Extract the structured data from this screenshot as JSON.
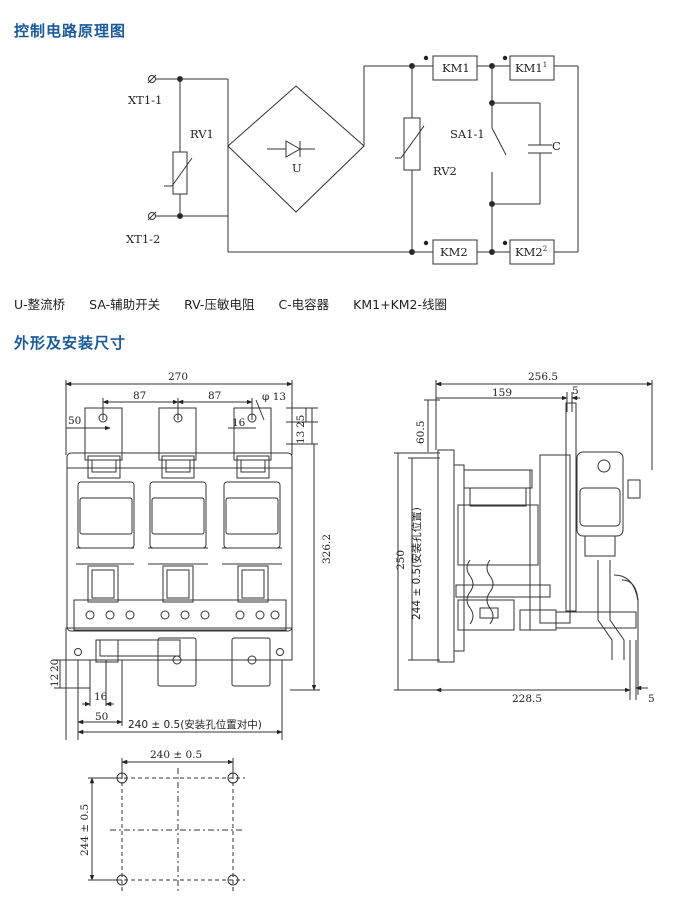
{
  "titles": {
    "circuit": "控制电路原理图",
    "outline": "外形及安装尺寸"
  },
  "legend": [
    "U-整流桥",
    "SA-辅助开关",
    "RV-压敏电阻",
    "C-电容器",
    "KM1+KM2-线圈"
  ],
  "circuit": {
    "xt1": "XT1-1",
    "xt2": "XT1-2",
    "rv1": "RV1",
    "rv2": "RV2",
    "u": "U",
    "km1": "KM1",
    "km1b": "KM1",
    "km1b_sup": "1",
    "km2": "KM2",
    "km2b": "KM2",
    "km2b_sup": "2",
    "sa": "SA1-1",
    "c": "C"
  },
  "front": {
    "w270": "270",
    "d87a": "87",
    "d87b": "87",
    "d50": "50",
    "phi": "φ 13",
    "d16": "16",
    "d25": "25",
    "d13": "13",
    "h326": "326.2",
    "d12": "12",
    "d20": "20",
    "d16b": "16",
    "d50b": "50",
    "mount": "240 ± 0.5(安装孔位置对中)"
  },
  "side": {
    "w256": "256.5",
    "d159": "159",
    "d5a": "5",
    "d60": "60.5",
    "h250": "250",
    "mount": "244 ± 0.5(安装孔位置)",
    "w228": "228.5",
    "d5b": "5"
  },
  "hole": {
    "w": "240 ± 0.5",
    "h": "244 ± 0.5"
  }
}
